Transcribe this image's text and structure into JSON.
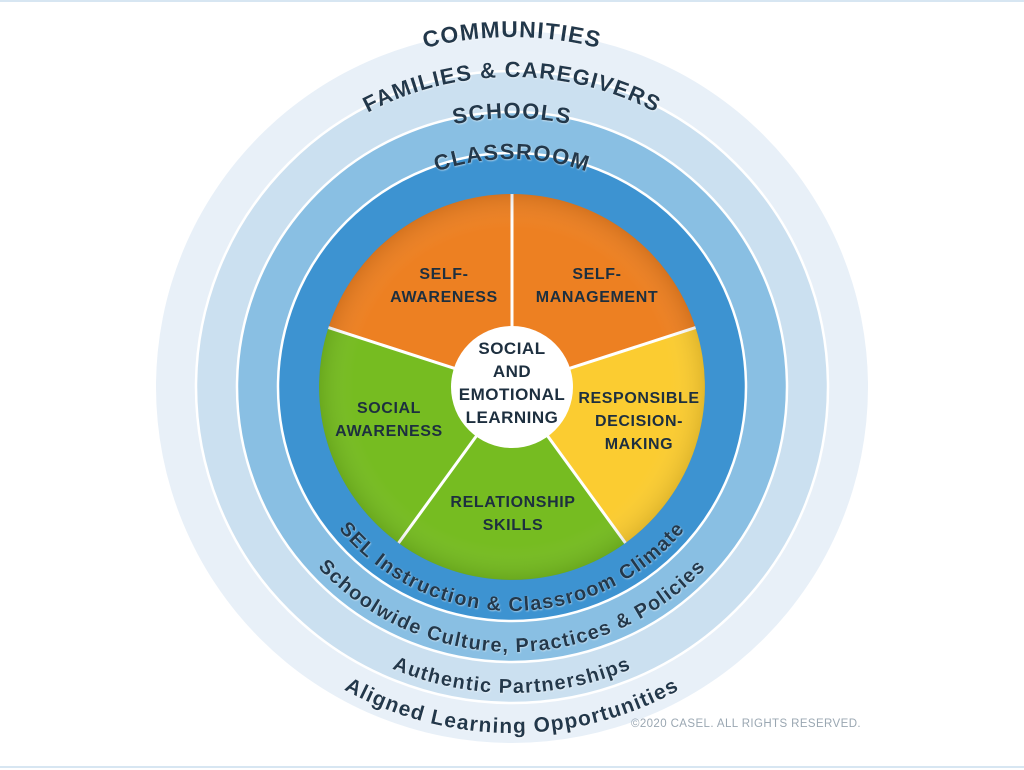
{
  "diagram": {
    "title": "CASEL SEL Framework Wheel",
    "center": {
      "line1": "SOCIAL",
      "line2": "AND",
      "line3": "EMOTIONAL",
      "line4": "LEARNING"
    },
    "competencies": [
      {
        "id": "self-awareness",
        "line1": "SELF-",
        "line2": "AWARENESS",
        "color": "#ED8022"
      },
      {
        "id": "self-management",
        "line1": "SELF-",
        "line2": "MANAGEMENT",
        "color": "#ED8022"
      },
      {
        "id": "responsible-decision-making",
        "line1": "RESPONSIBLE",
        "line2": "DECISION-",
        "line3": "MAKING",
        "color": "#FBCC31"
      },
      {
        "id": "relationship-skills",
        "line1": "RELATIONSHIP",
        "line2": "SKILLS",
        "color": "#76BC21"
      },
      {
        "id": "social-awareness",
        "line1": "SOCIAL",
        "line2": "AWARENESS",
        "color": "#76BC21"
      }
    ],
    "rings": [
      {
        "id": "communities",
        "top_label": "COMMUNITIES",
        "bottom_label": "Aligned Learning Opportunities",
        "color": "#E8F0F8"
      },
      {
        "id": "families-caregivers",
        "top_label": "FAMILIES & CAREGIVERS",
        "bottom_label": "Authentic Partnerships",
        "color": "#CBE0F0"
      },
      {
        "id": "schools",
        "top_label": "SCHOOLS",
        "bottom_label": "Schoolwide Culture, Practices & Policies",
        "color": "#89BFE3"
      },
      {
        "id": "classroom",
        "top_label": "CLASSROOM",
        "bottom_label": "SEL Instruction & Classroom Climate",
        "color": "#3D93D1"
      }
    ],
    "copyright": "©2020 CASEL. ALL RIGHTS RESERVED.",
    "colors": {
      "orange": "#ED8022",
      "green": "#76BC21",
      "yellow": "#FBCC31",
      "ring_classroom": "#3D93D1",
      "ring_schools": "#89BFE3",
      "ring_families": "#CBE0F0",
      "ring_communities": "#E8F0F8",
      "center_fill": "#FFFFFF",
      "text_dark": "#1D2F3F",
      "background": "#FFFFFF",
      "border": "#D7E6F2"
    }
  }
}
